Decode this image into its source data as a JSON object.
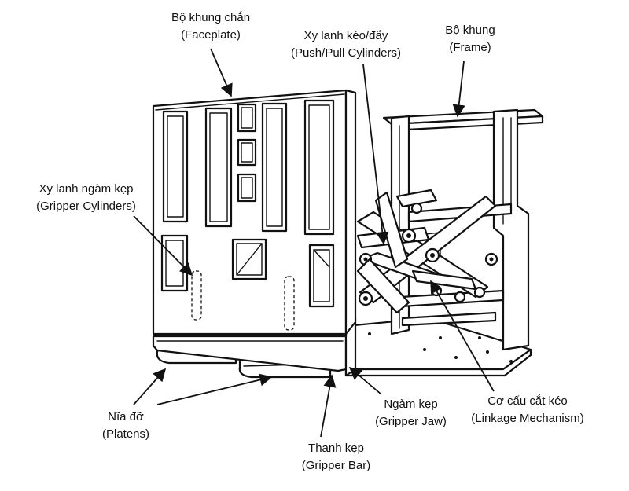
{
  "labels": {
    "faceplate": {
      "vi": "Bộ khung chắn",
      "en": "(Faceplate)"
    },
    "push_pull": {
      "vi": "Xy lanh kéo/đẩy",
      "en": "(Push/Pull Cylinders)"
    },
    "frame": {
      "vi": "Bộ khung",
      "en": "(Frame)"
    },
    "gripper_cyl": {
      "vi": "Xy lanh ngàm kẹp",
      "en": "(Gripper Cylinders)"
    },
    "platens": {
      "vi": "Nĩa đỡ",
      "en": "(Platens)"
    },
    "gripper_jaw": {
      "vi": "Ngàm kẹp",
      "en": "(Gripper Jaw)"
    },
    "linkage": {
      "vi": "Cơ cấu cắt kéo",
      "en": "(Linkage Mechanism)"
    },
    "gripper_bar": {
      "vi": "Thanh kẹp",
      "en": "(Gripper Bar)"
    }
  },
  "colors": {
    "ink": "#111111",
    "background": "#ffffff"
  }
}
